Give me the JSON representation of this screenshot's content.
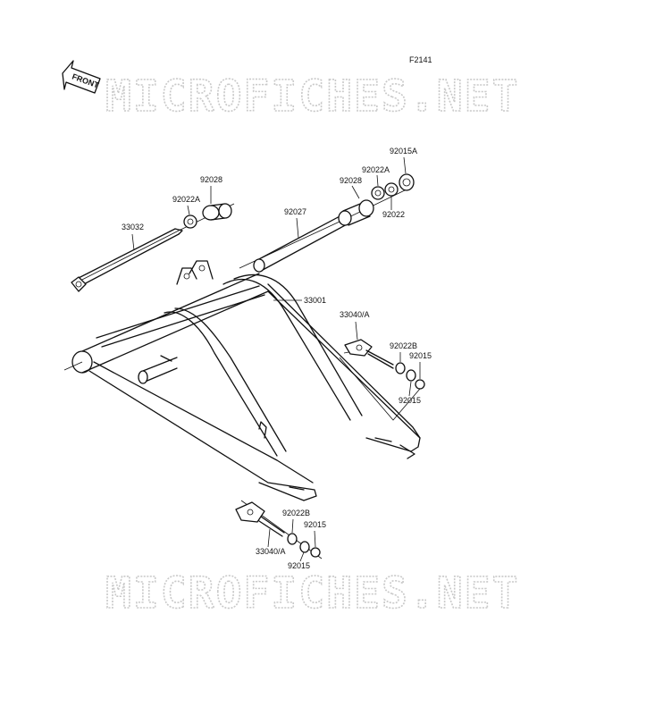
{
  "figure_code": "F2141",
  "front_label": "FRONT",
  "watermark": "MICROFICHES.NET",
  "callouts": {
    "p92015A": "92015A",
    "p92022A_right": "92022A",
    "p92028_right": "92028",
    "p92022_right": "92022",
    "p92028_left": "92028",
    "p92022A_left": "92022A",
    "p92027": "92027",
    "p33032": "33032",
    "p33001": "33001",
    "p33040A_upper": "33040/A",
    "p92022B_upper": "92022B",
    "p92015_upper_right": "92015",
    "p92015_upper_bottom": "92015",
    "p92022B_lower": "92022B",
    "p92015_lower_right": "92015",
    "p33040A_lower": "33040/A",
    "p92015_lower_bottom": "92015"
  }
}
